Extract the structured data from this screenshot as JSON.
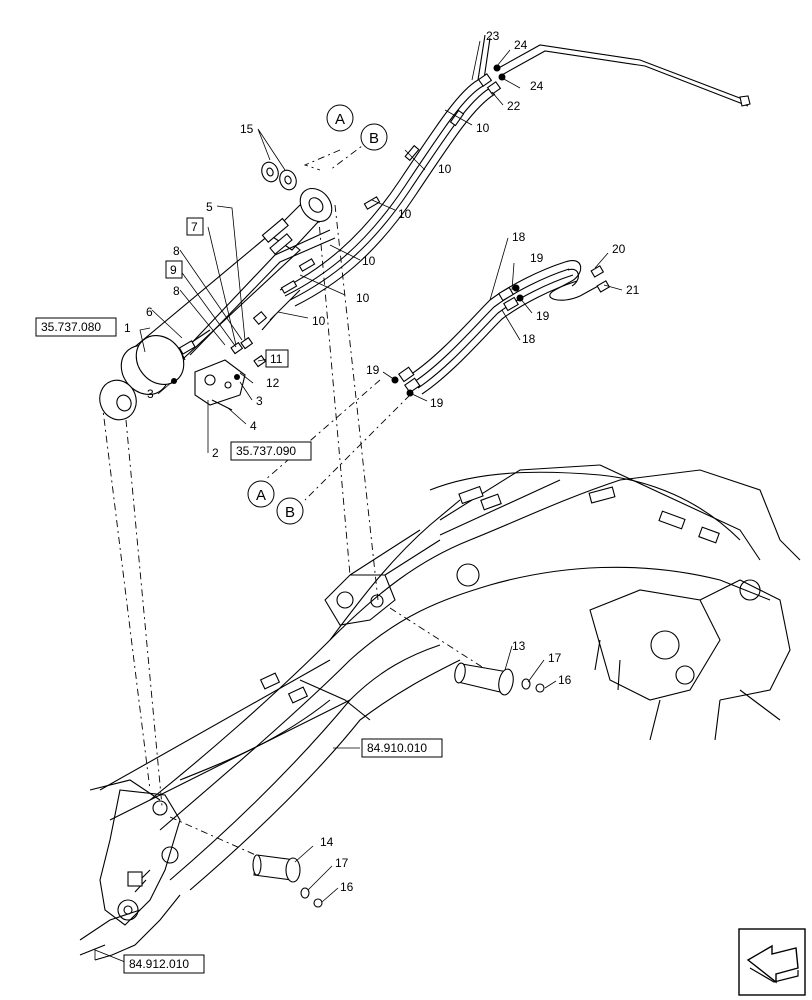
{
  "callouts": {
    "c1": "1",
    "c2": "2",
    "c3a": "3",
    "c3b": "3",
    "c4": "4",
    "c5": "5",
    "c6": "6",
    "c7": "7",
    "c8a": "8",
    "c8b": "8",
    "c9": "9",
    "c10a": "10",
    "c10b": "10",
    "c10c": "10",
    "c10d": "10",
    "c10e": "10",
    "c10f": "10",
    "c11": "11",
    "c12": "12",
    "c13": "13",
    "c14": "14",
    "c15": "15",
    "c16a": "16",
    "c16b": "16",
    "c17a": "17",
    "c17b": "17",
    "c18a": "18",
    "c18b": "18",
    "c19a": "19",
    "c19b": "19",
    "c19c": "19",
    "c19d": "19",
    "c20": "20",
    "c21": "21",
    "c22": "22",
    "c23": "23",
    "c24a": "24",
    "c24b": "24"
  },
  "connectors": {
    "a1": "A",
    "b1": "B",
    "a2": "A",
    "b2": "B"
  },
  "references": {
    "r1": "35.737.080",
    "r2": "35.737.090",
    "r3": "84.910.010",
    "r4": "84.912.010"
  },
  "nav_icon": "arrow-left-icon"
}
